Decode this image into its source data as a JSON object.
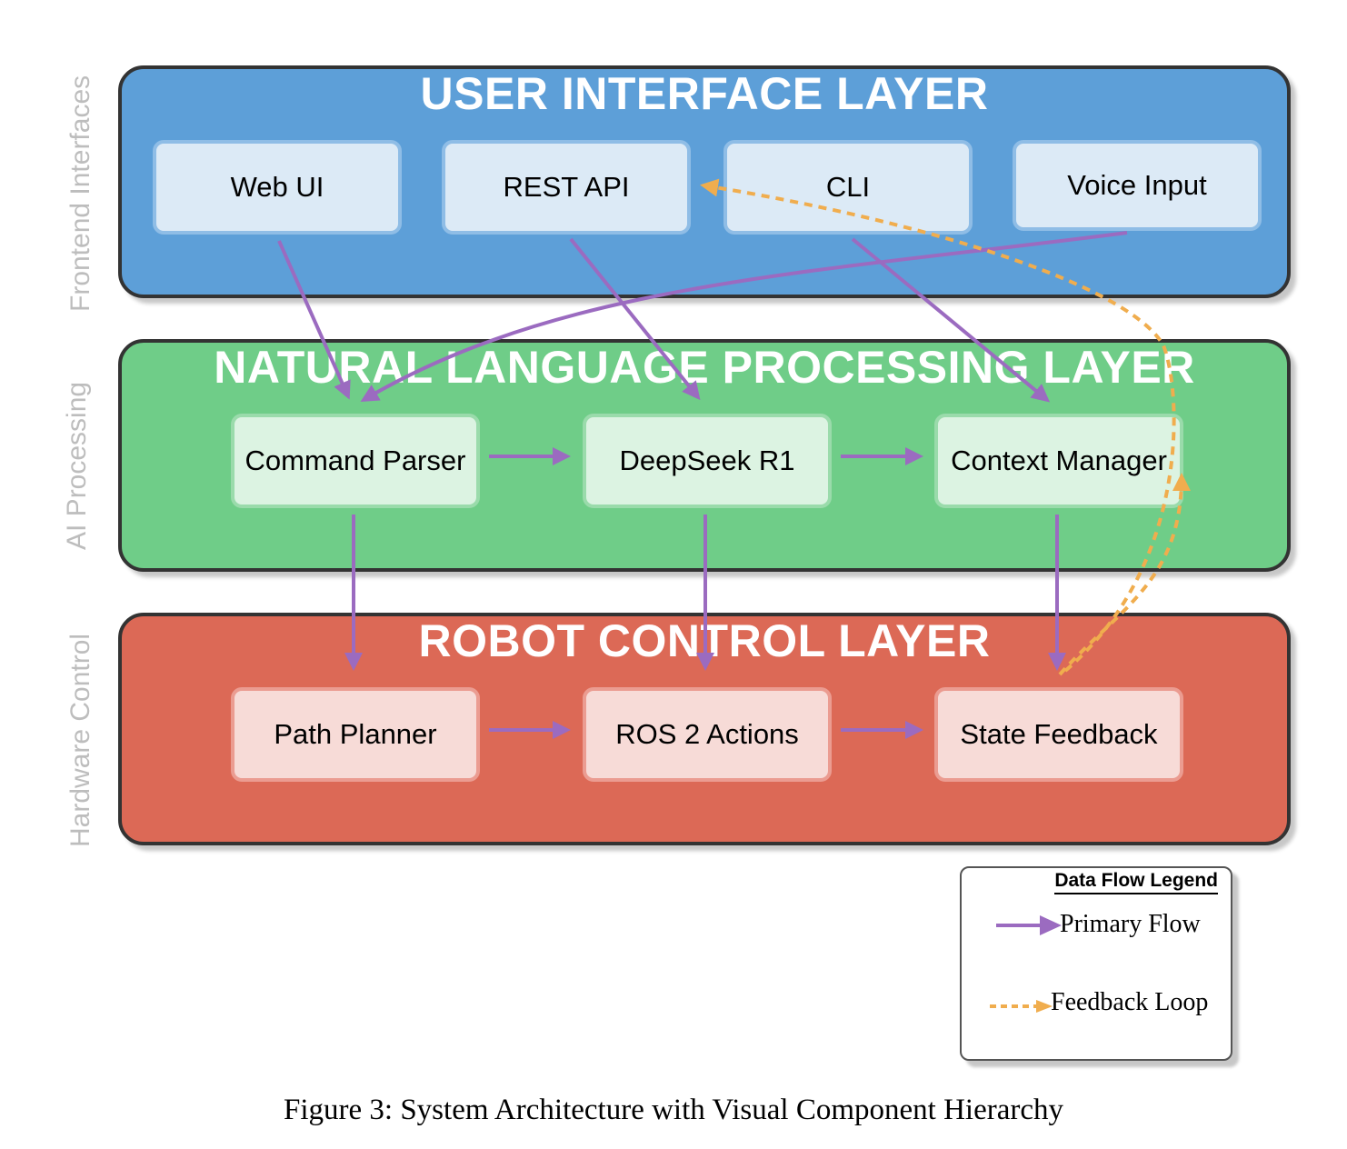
{
  "side_labels": {
    "frontend": "Frontend Interfaces",
    "ai": "AI Processing",
    "hardware": "Hardware Control"
  },
  "layers": {
    "ui": {
      "title": "USER INTERFACE LAYER",
      "color": "#5d9fd8",
      "nodes": [
        "Web UI",
        "REST API",
        "CLI",
        "Voice Input"
      ]
    },
    "nlp": {
      "title": "NATURAL LANGUAGE PROCESSING LAYER",
      "color": "#6fcd88",
      "nodes": [
        "Command Parser",
        "DeepSeek R1",
        "Context Manager"
      ]
    },
    "rc": {
      "title": "ROBOT CONTROL LAYER",
      "color": "#dc6956",
      "nodes": [
        "Path Planner",
        "ROS 2 Actions",
        "State Feedback"
      ]
    }
  },
  "colors": {
    "primary_flow": "#9b6bc0",
    "feedback_loop": "#f0ad4e"
  },
  "legend": {
    "title": "Data Flow Legend",
    "primary": "Primary Flow",
    "feedback": "Feedback Loop"
  },
  "caption": "Figure 3: System Architecture with Visual Component Hierarchy"
}
